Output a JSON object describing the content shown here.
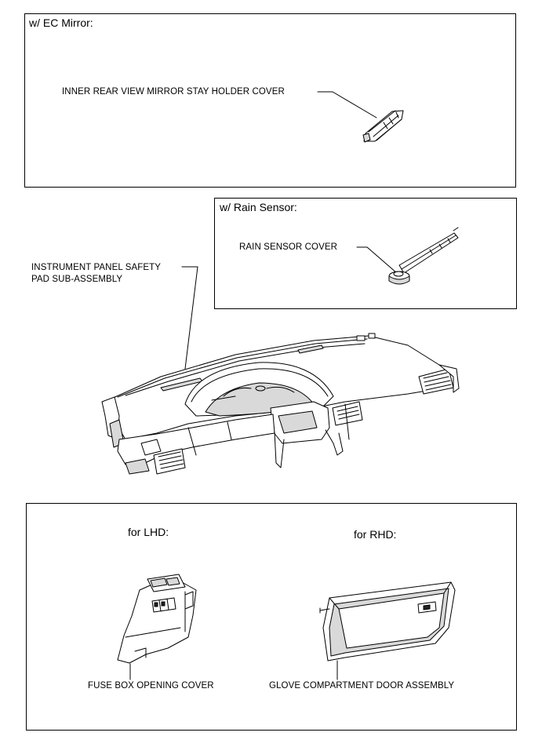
{
  "ec_mirror": {
    "title": "w/ EC Mirror:",
    "label": "INNER REAR VIEW MIRROR STAY HOLDER COVER"
  },
  "rain_sensor": {
    "title": "w/ Rain Sensor:",
    "label": "RAIN SENSOR COVER"
  },
  "instrument_panel": {
    "label_line1": "INSTRUMENT PANEL SAFETY",
    "label_line2": "PAD SUB-ASSEMBLY"
  },
  "lower_box": {
    "lhd_title": "for LHD:",
    "rhd_title": "for RHD:",
    "lhd_label": "FUSE BOX OPENING COVER",
    "rhd_label": "GLOVE COMPARTMENT DOOR ASSEMBLY"
  }
}
